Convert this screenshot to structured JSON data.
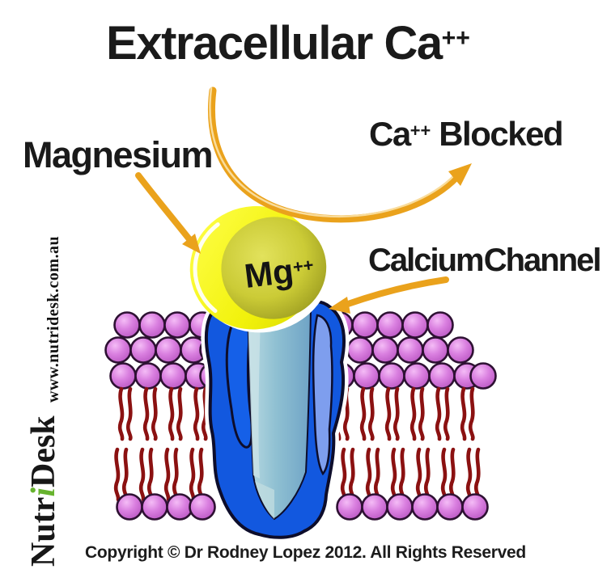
{
  "title": {
    "main": "Extracellular Ca",
    "sup": "++"
  },
  "labels": {
    "magnesium": "Magnesium",
    "ca_blocked": {
      "pre": "Ca",
      "sup": "++",
      "post": "Blocked"
    },
    "calcium_channel": "Calcium Channel",
    "mg_ion": {
      "main": "Mg",
      "sup": "++"
    }
  },
  "branding": {
    "website": "www.nutridesk.com.au",
    "name": {
      "part1": "Nutr",
      "part2": "i",
      "part3": "Desk"
    }
  },
  "footer": {
    "copyright": "Copyright © Dr Rodney Lopez 2012. All Rights Reserved"
  },
  "colors": {
    "background": "#FFFFFF",
    "label_text": "#1A1A1A",
    "arrow_orange": "#EAA21C",
    "disc_yellow_bright": "#F2F20C",
    "disc_yellow_face": "#C9C933",
    "channel_blue": "#1258DF",
    "channel_highlight_blue": "#7E9EEE",
    "pore_teal": "#8FC0D2",
    "lipid_head_purple": "#DA80E0",
    "lipid_tail_maroon": "#8B1111",
    "brand_green": "#67B32E"
  }
}
